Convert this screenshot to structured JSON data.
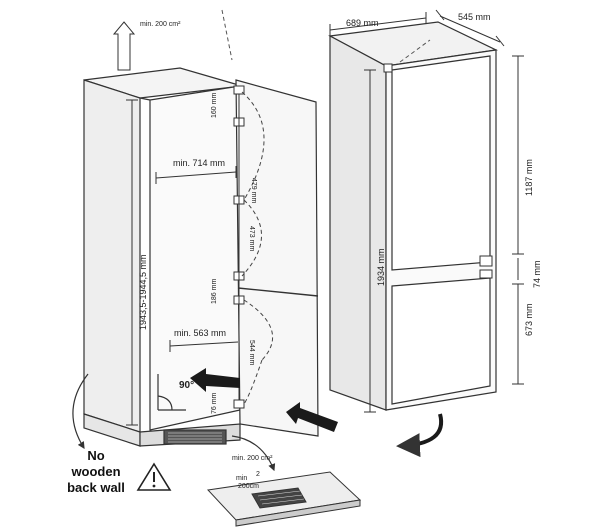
{
  "labels": {
    "vent_top": "min. 200 cm²",
    "vent_bottom": "min. 200 cm²",
    "width_cabinet": "min. 714 mm",
    "width_lower": "min. 563 mm",
    "height_niche": "1943,5-1944,5 mm",
    "hinge_160": "160 mm",
    "hinge_479": "479 mm",
    "hinge_473": "473 mm",
    "hinge_186": "186 mm",
    "hinge_544": "544 mm",
    "hinge_76": "76 mm",
    "angle": "90°",
    "fridge_width": "689 mm",
    "fridge_depth": "545 mm",
    "fridge_height": "1934 mm",
    "upper_height": "1187 mm",
    "gap": "74 mm",
    "lower_height": "673 mm",
    "warning_1": "No",
    "warning_2": "wooden",
    "warning_3": "back wall",
    "plinth_1": "min",
    "plinth_2": "2",
    "plinth_3": "200cm"
  }
}
